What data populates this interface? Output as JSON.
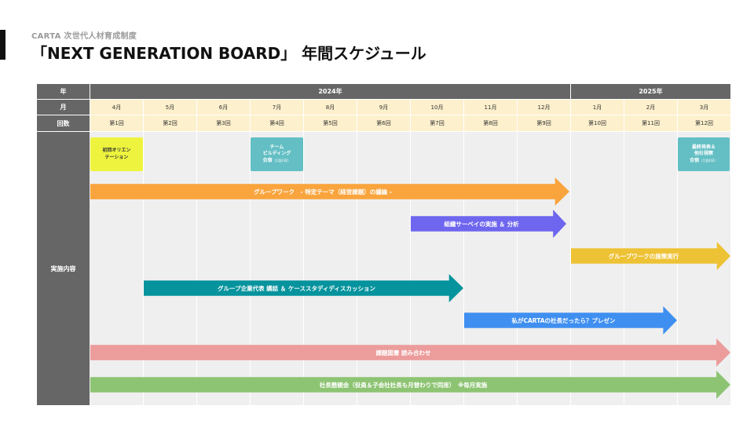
{
  "header": {
    "subtitle": "CARTA 次世代人材育成制度",
    "title": "「NEXT GENERATION BOARD」 年間スケジュール"
  },
  "table": {
    "row_labels": {
      "year": "年",
      "month": "月",
      "session": "回数",
      "content": "実施内容"
    },
    "years": [
      {
        "label": "2024年"
      },
      {
        "label": "2025年"
      }
    ],
    "months": [
      "4月",
      "5月",
      "6月",
      "7月",
      "8月",
      "9月",
      "10月",
      "11月",
      "12月",
      "1月",
      "2月",
      "3月"
    ],
    "sessions": [
      "第1回",
      "第2回",
      "第3回",
      "第4回",
      "第5回",
      "第6回",
      "第7回",
      "第8回",
      "第9回",
      "第10回",
      "第11回",
      "第12回"
    ]
  },
  "events": [
    {
      "line1": "初回オリエン",
      "line2": "テーション",
      "note": "",
      "color": "#eef43e",
      "text_color": "#333333"
    },
    {
      "line1": "チーム",
      "line2": "ビルディング",
      "line3": "合宿",
      "note": "（1泊2日）",
      "color": "#63bfc4",
      "text_color": "#ffffff"
    },
    {
      "line1": "最終発表＆",
      "line2": "他社視察",
      "line3": "合宿",
      "note": "（1泊2日）",
      "color": "#63bfc4",
      "text_color": "#ffffff"
    }
  ],
  "bars": [
    {
      "label": "グループワーク　- 特定テーマ（経営課題）の議論 -",
      "color": "#f9a43c"
    },
    {
      "label": "組織サーベイの実施 ＆ 分析",
      "color": "#6e66ee"
    },
    {
      "label": "グループワークの施策実行",
      "color": "#eec235"
    },
    {
      "label": "グループ企業代表 講話 ＆ ケーススタディディスカッション",
      "color": "#05939d"
    },
    {
      "label": "私がCARTAの社長だったら？プレゼン",
      "color": "#3f8ff0"
    },
    {
      "label": "課題図書 読み合わせ",
      "color": "#eb9c9b"
    },
    {
      "label": "社長懇親会（役員＆子会社社長も月替わりで同席）　※毎月実施",
      "color": "#8dc473"
    }
  ]
}
